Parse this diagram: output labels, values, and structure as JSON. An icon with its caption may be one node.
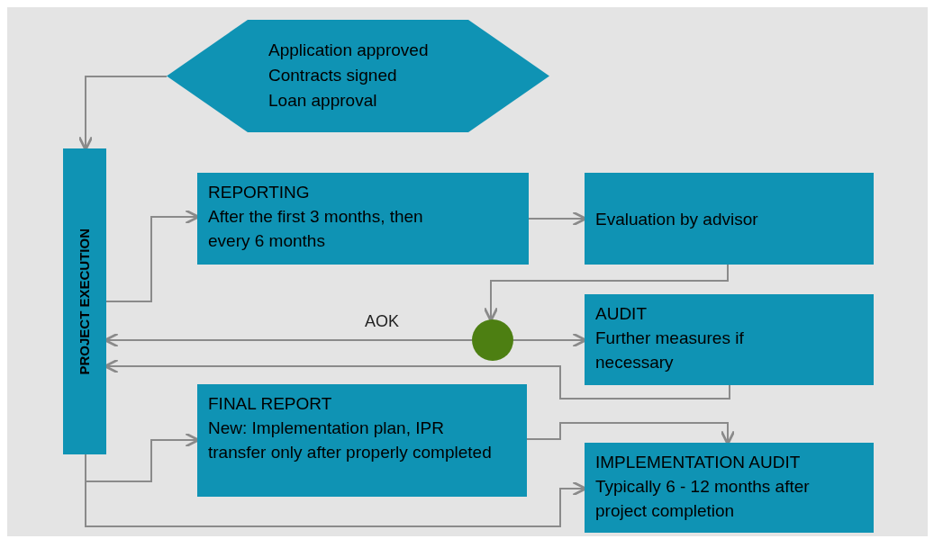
{
  "diagram": {
    "nodes": [
      {
        "text": [
          "Application approved",
          "Contracts signed",
          "Loan approval"
        ]
      },
      {
        "text": [
          "PROJECT EXECUTION"
        ]
      },
      {
        "text": [
          "REPORTING",
          "After the first 3 months, then every 6 months"
        ]
      },
      {
        "text": [
          "Evaluation by advisor"
        ]
      },
      {
        "text": [],
        "shape": "circle"
      },
      {
        "text": [
          "AUDIT",
          "Further measures if necessary"
        ]
      },
      {
        "text": [
          "FINAL REPORT",
          "New: Implementation plan, IPR transfer only after properly completed"
        ]
      },
      {
        "text": [
          "IMPLEMENTATION AUDIT",
          "Typically 6 - 12 months after project completion"
        ]
      }
    ],
    "edges": [
      {
        "from": 0,
        "to": 1,
        "arrow": "to"
      },
      {
        "from": 1,
        "to": 2,
        "arrow": "to"
      },
      {
        "from": 2,
        "to": 3,
        "arrow": "to"
      },
      {
        "from": 3,
        "to": 4,
        "arrow": "to"
      },
      {
        "from": 4,
        "to": 1,
        "arrow": "to",
        "label": "AOK"
      },
      {
        "from": 4,
        "to": 5,
        "arrow": "to"
      },
      {
        "from": 5,
        "to": 1,
        "arrow": "to"
      },
      {
        "from": 1,
        "to": 6,
        "arrow": "to"
      },
      {
        "from": 1,
        "to": 7,
        "arrow": "to"
      },
      {
        "from": 6,
        "to": 7,
        "arrow": "to"
      }
    ]
  }
}
